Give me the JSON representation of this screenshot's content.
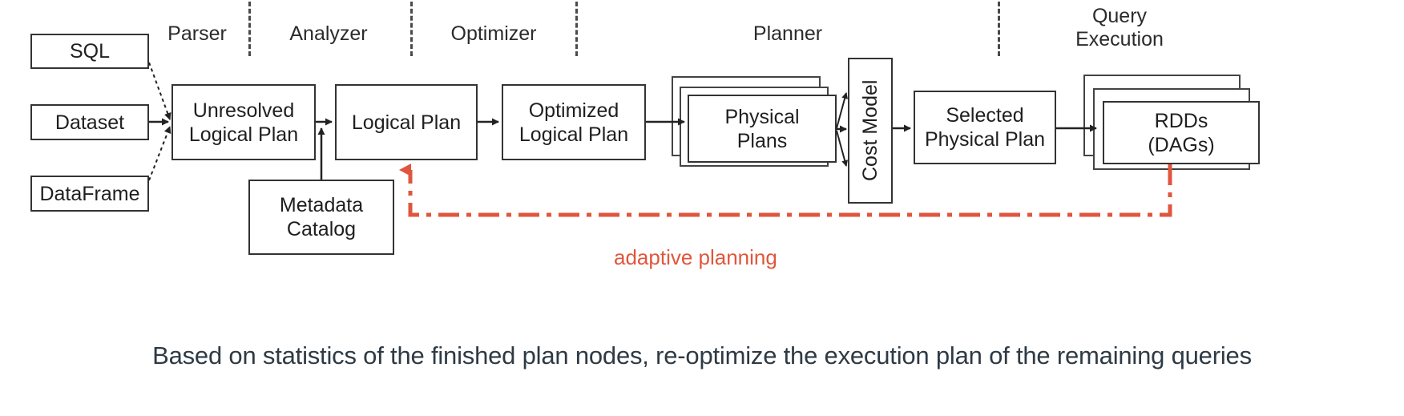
{
  "figure": {
    "caption": "Based on statistics of the finished plan nodes, re-optimize the execution plan of the remaining queries",
    "accent_color": "#e0563c",
    "line_color": "#333333",
    "background": "#ffffff"
  },
  "stages": [
    {
      "id": "parser",
      "label": "Parser"
    },
    {
      "id": "analyzer",
      "label": "Analyzer"
    },
    {
      "id": "optimizer",
      "label": "Optimizer"
    },
    {
      "id": "planner",
      "label": "Planner"
    },
    {
      "id": "query-execution",
      "label": "Query\nExecution"
    }
  ],
  "inputs": [
    {
      "id": "sql",
      "label": "SQL"
    },
    {
      "id": "dataset",
      "label": "Dataset"
    },
    {
      "id": "dataframe",
      "label": "DataFrame"
    }
  ],
  "nodes": [
    {
      "id": "unresolved-logical-plan",
      "label": "Unresolved\nLogical Plan"
    },
    {
      "id": "logical-plan",
      "label": "Logical Plan"
    },
    {
      "id": "optimized-logical-plan",
      "label": "Optimized\nLogical Plan"
    },
    {
      "id": "metadata-catalog",
      "label": "Metadata\nCatalog"
    },
    {
      "id": "physical-plans",
      "label": "Physical\nPlans"
    },
    {
      "id": "cost-model",
      "label": "Cost Model"
    },
    {
      "id": "selected-physical-plan",
      "label": "Selected\nPhysical Plan"
    },
    {
      "id": "rdds",
      "label": "RDDs\n(DAGs)"
    }
  ],
  "feedback": {
    "label": "adaptive planning",
    "color": "#e0563c",
    "style": "dash-dot",
    "from": "rdds",
    "to": "logical-plan"
  }
}
